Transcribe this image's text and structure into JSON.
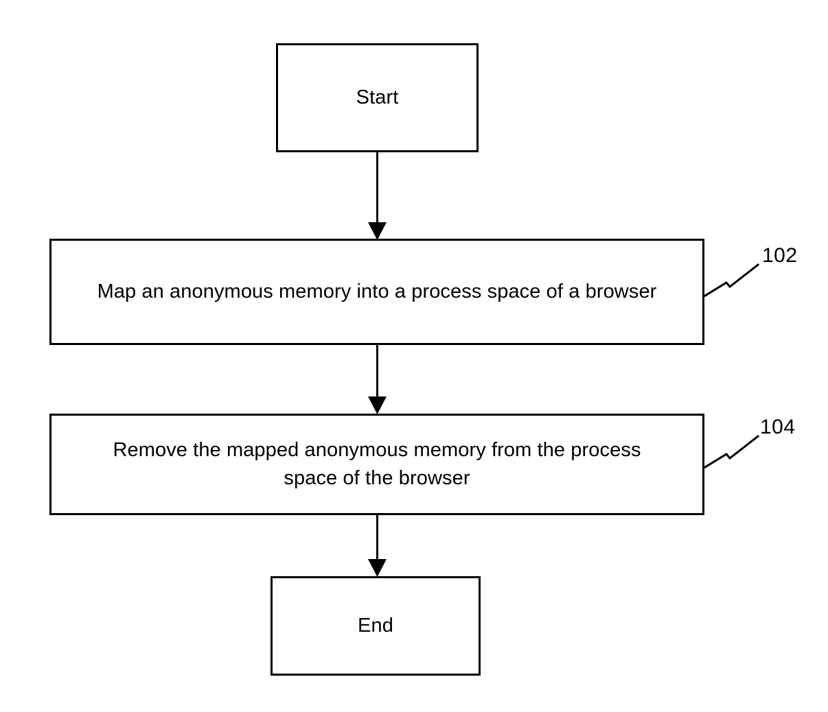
{
  "diagram": {
    "type": "flowchart",
    "orientation": "vertical",
    "title": "",
    "stroke_color": "#000000",
    "fill_color": "#ffffff",
    "nodes": [
      {
        "id": "start",
        "label": "Start",
        "shape": "rectangle",
        "ref": ""
      },
      {
        "id": "step-102",
        "label": "Map an anonymous memory into a process space of a browser",
        "shape": "rectangle",
        "ref": "102"
      },
      {
        "id": "step-104",
        "label": "Remove the mapped anonymous memory from the process\nspace of the browser",
        "shape": "rectangle",
        "ref": "104"
      },
      {
        "id": "end",
        "label": "End",
        "shape": "rectangle",
        "ref": ""
      }
    ],
    "edges": [
      {
        "from": "start",
        "to": "step-102",
        "arrow": "down"
      },
      {
        "from": "step-102",
        "to": "step-104",
        "arrow": "down"
      },
      {
        "from": "step-104",
        "to": "end",
        "arrow": "down"
      }
    ],
    "reference_numbers": {
      "step_102": "102",
      "step_104": "104"
    }
  }
}
